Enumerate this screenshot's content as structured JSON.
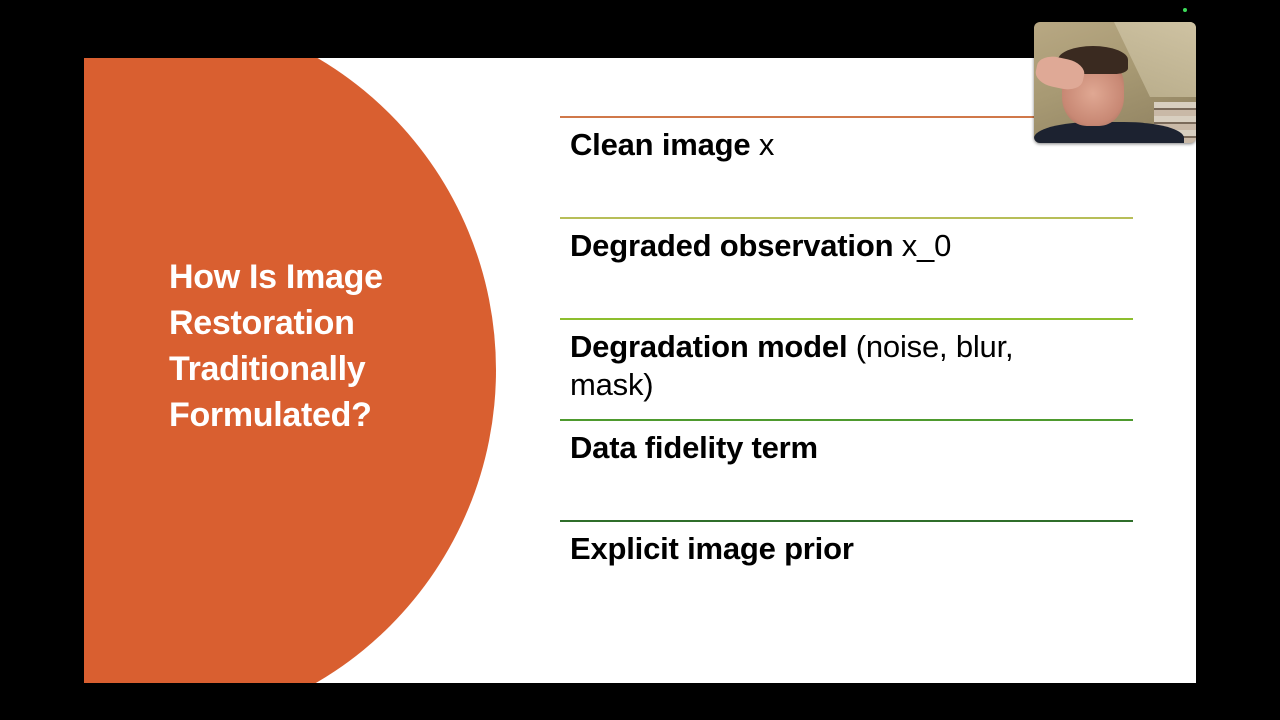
{
  "slide": {
    "title": "How Is Image Restoration Traditionally Formulated?",
    "title_lines": [
      "How Is Image",
      "Restoration",
      "Traditionally",
      "Formulated?"
    ],
    "accent_color": "#D95F30",
    "items": [
      {
        "bold": "Clean image",
        "normal": " x",
        "line_color": "#D0784A"
      },
      {
        "bold": "Degraded observation",
        "normal": " x_0",
        "line_color": "#B7BE58"
      },
      {
        "bold": "Degradation model",
        "normal": " (noise, blur, mask)",
        "line_color": "#8DBE2E"
      },
      {
        "bold": "Data fidelity term",
        "normal": "",
        "line_color": "#4E9A2E"
      },
      {
        "bold": "Explicit image prior",
        "normal": "",
        "line_color": "#2F6E2A"
      }
    ]
  },
  "overlay": {
    "webcam": "presenter-video",
    "status_indicator_color": "#3ddc5a"
  }
}
